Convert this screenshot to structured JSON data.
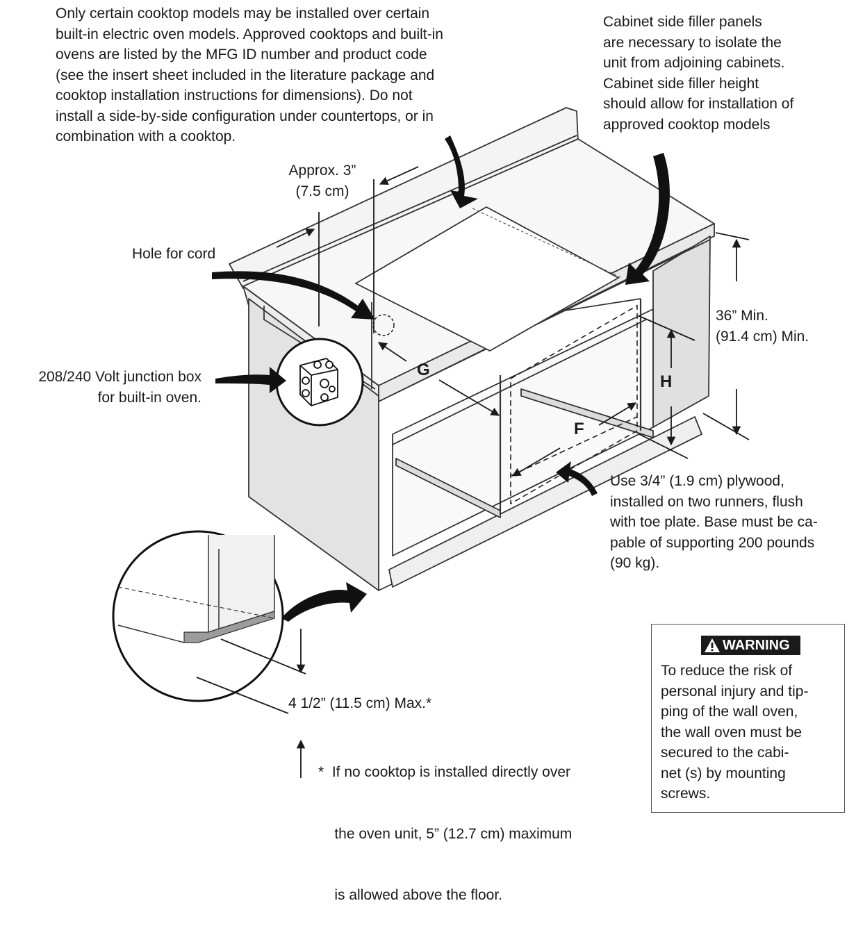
{
  "cooktop_note": [
    "Only certain cooktop models may be installed over certain",
    "built-in electric oven models. Approved cooktops and built-in",
    "ovens are listed by the MFG ID number and product code",
    "(see the insert sheet included in the literature package and",
    "cooktop installation instructions for dimensions). Do not",
    "install a side-by-side configuration under countertops, or in",
    "combination with a cooktop."
  ],
  "filler_note": [
    "Cabinet side filler panels",
    "are necessary to isolate the",
    "unit from adjoining cabinets.",
    "Cabinet side filler height",
    "should allow for installation of",
    "approved cooktop models"
  ],
  "approx": [
    "Approx. 3”",
    "(7.5 cm)"
  ],
  "hole_for_cord": "Hole for cord",
  "junction_box": [
    "208/240 Volt junction box",
    "for built-in oven."
  ],
  "height_min": [
    "36” Min.",
    "(91.4 cm) Min."
  ],
  "letters": {
    "g": "G",
    "h": "H",
    "f": "F"
  },
  "plywood_note": [
    "Use 3/4” (1.9 cm) plywood,",
    "installed on two runners, flush",
    "with toe plate. Base must be ca-",
    "pable of supporting 200 pounds",
    "(90 kg)."
  ],
  "max_height": "4 1/2” (11.5 cm) Max.*",
  "footnote": [
    "*  If no cooktop is installed directly over",
    "    the oven unit, 5” (12.7 cm) maximum",
    "    is allowed above the floor."
  ],
  "warning": {
    "header": "WARNING",
    "text": [
      "To reduce the risk of",
      "personal injury and tip-",
      "ping of the wall oven,",
      "the wall oven must be",
      "secured to the cabi-",
      "net (s) by mounting",
      "screws."
    ]
  },
  "icons": {
    "warning_icon": "warning-triangle-icon"
  }
}
